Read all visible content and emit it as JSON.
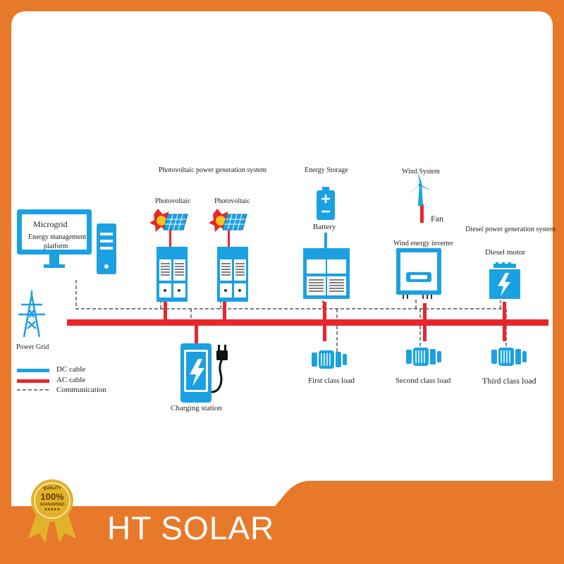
{
  "brand": {
    "name": "HT SOLAR",
    "badge": {
      "line1": "QUALITY",
      "line2": "100%",
      "line3": "GUARANTEED",
      "line4": "★★★★★"
    }
  },
  "diagram": {
    "microgrid": {
      "title": "Microgrid",
      "subtitle_line1": "Energy management",
      "subtitle_line2": "platform"
    },
    "power_grid": "Power Grid",
    "pv_system_title": "Photovoltaic power generation system",
    "pv_label_1": "Photovoltaic",
    "pv_label_2": "Photovoltaic",
    "energy_storage_title": "Energy Storage",
    "battery": "Battery",
    "wind_system_title": "Wind System",
    "fan": "Fan",
    "wind_inverter": "Wind energy inverter",
    "diesel_system_title": "Diesel power generation system",
    "diesel_motor": "Diesel motor",
    "charging_station": "Charging station",
    "first_load": "First class load",
    "second_load": "Second class load",
    "third_load": "Third class load",
    "legend": {
      "dc": "DC cable",
      "ac": "AC cable",
      "comm": "Communication"
    }
  },
  "colors": {
    "frame": "#e8792a",
    "blue": "#1ba1e2",
    "red": "#e8262c",
    "gold": "#e3b22b"
  }
}
